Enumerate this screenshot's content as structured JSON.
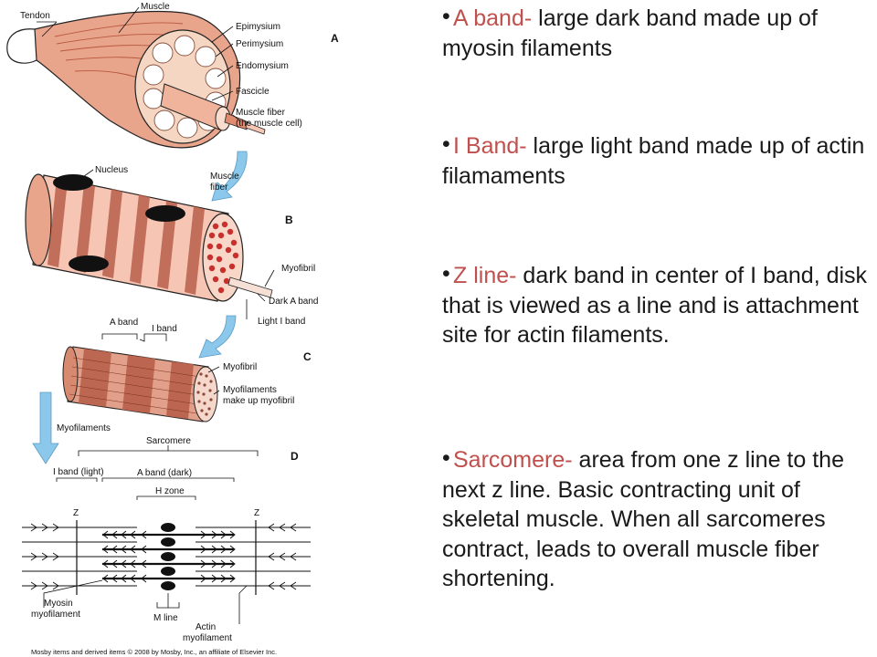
{
  "diagram": {
    "panel_a": {
      "letter": "A",
      "labels": {
        "tendon": "Tendon",
        "muscle": "Muscle",
        "epimysium": "Epimysium",
        "perimysium": "Perimysium",
        "endomysium": "Endomysium",
        "fascicle": "Fascicle",
        "muscle_fiber_line1": "Muscle fiber",
        "muscle_fiber_line2": "(the muscle cell)"
      }
    },
    "panel_b": {
      "letter": "B",
      "labels": {
        "nucleus": "Nucleus",
        "muscle_fiber_line1": "Muscle",
        "muscle_fiber_line2": "fiber",
        "myofibril": "Myofibril",
        "dark_a_band": "Dark A band",
        "light_i_band": "Light I band"
      }
    },
    "panel_c": {
      "letter": "C",
      "labels": {
        "a_band": "A band",
        "i_band": "I band",
        "myofibril": "Myofibril",
        "myofilaments_line1": "Myofilaments",
        "myofilaments_line2": "make up myofibril",
        "myofilaments_side": "Myofilaments"
      }
    },
    "panel_d": {
      "letter": "D",
      "labels": {
        "sarcomere": "Sarcomere",
        "i_band_light": "I band (light)",
        "a_band_dark": "A band (dark)",
        "h_zone": "H zone",
        "z_left": "Z",
        "z_right": "Z",
        "myosin_line1": "Myosin",
        "myosin_line2": "myofilament",
        "m_line": "M line",
        "actin_line1": "Actin",
        "actin_line2": "myofilament"
      }
    },
    "credit": "Mosby items and derived items © 2008 by Mosby, Inc., an affiliate of Elsevier Inc.",
    "colors": {
      "muscle": "#e9a48c",
      "muscle_dark": "#b8583e",
      "band_dark": "#b8604b",
      "band_light": "#f6c5b3",
      "arrow": "#8cc8ec",
      "nucleus": "#111111"
    }
  },
  "notes": [
    {
      "term": "A band-",
      "text": " large dark band made up of myosin filaments"
    },
    {
      "term": "I Band-",
      "text": " large light band made up of actin filamaments"
    },
    {
      "term": "Z line-",
      "text": " dark band in center of I band, disk that is viewed as a line and is attachment site for actin filaments."
    },
    {
      "term": "Sarcomere-",
      "text": " area from one z line to the next z line. Basic contracting unit of skeletal muscle. When all sarcomeres contract, leads to overall muscle fiber shortening."
    }
  ]
}
